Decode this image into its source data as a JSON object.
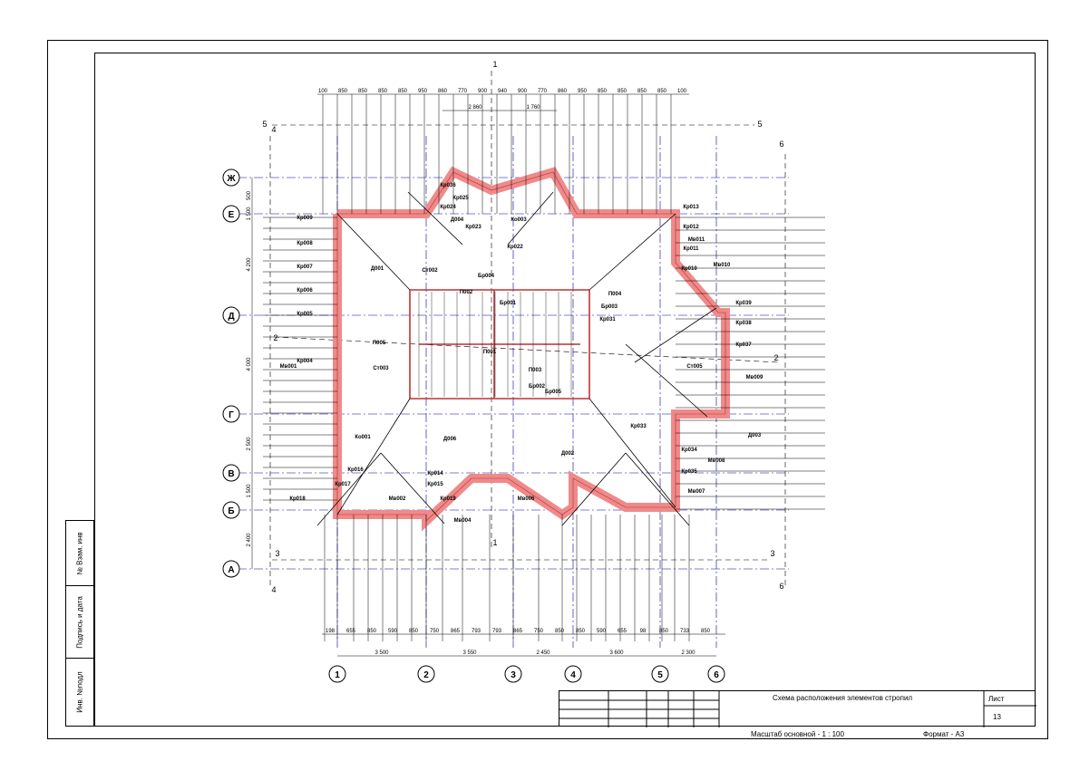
{
  "drawing": {
    "axes_x": [
      "1",
      "2",
      "3",
      "4",
      "5",
      "6"
    ],
    "axes_y": [
      "Ж",
      "Е",
      "Д",
      "Г",
      "В",
      "Б",
      "А"
    ],
    "section_marks": [
      "1",
      "2",
      "3",
      "4",
      "5",
      "6"
    ],
    "top_dims": [
      "100",
      "850",
      "850",
      "850",
      "850",
      "950",
      "860",
      "770",
      "900",
      "940",
      "900",
      "770",
      "860",
      "950",
      "850",
      "850",
      "850",
      "850",
      "100"
    ],
    "top_dims_overall": [
      "2 860",
      "1 760"
    ],
    "bottom_dims": [
      "198",
      "655",
      "850",
      "590",
      "850",
      "750",
      "865",
      "793",
      "793",
      "865",
      "750",
      "850",
      "850",
      "590",
      "655",
      "98",
      "850",
      "733",
      "850"
    ],
    "bottom_dims_overall": [
      "3 500",
      "3 550",
      "2 450",
      "3 600",
      "2 300"
    ],
    "left_dims": [
      "500",
      "1 500",
      "4 200",
      "4 000",
      "2 500",
      "1 500",
      "2 400"
    ],
    "element_labels": [
      "Кр036",
      "Кр025",
      "Кр024",
      "Кр023",
      "Кр022",
      "Кр013",
      "Кр012",
      "Кр011",
      "Кр010",
      "Кр009",
      "Кр008",
      "Кр007",
      "Кр006",
      "Кр005",
      "Кр004",
      "Кр039",
      "Кр038",
      "Кр037",
      "Кр031",
      "Кр033",
      "Кр034",
      "Кр035",
      "Кр019",
      "Кр018",
      "Кр017",
      "Кр016",
      "Кр015",
      "Кр014",
      "Мв001",
      "Мв002",
      "Мв004",
      "Мв006",
      "Мв007",
      "Мв008",
      "Мв009",
      "Мв010",
      "Мв011",
      "Д001",
      "Д002",
      "Д003",
      "Д004",
      "Д006",
      "П001",
      "П002",
      "П003",
      "П004",
      "П005",
      "Бр001",
      "Бр002",
      "Бр003",
      "Бр004",
      "Бр005",
      "Ст002",
      "Ст003",
      "Ст005",
      "Ко001",
      "Ко003"
    ]
  },
  "stamp": {
    "side_labels": [
      "Инв. №подл",
      "Подпись и дата",
      "№ Взам. инв"
    ],
    "title": "Схема расположения элементов стропил",
    "sheet_label": "Лист",
    "sheet_number": "13",
    "scale": "Масштаб основной - 1 : 100",
    "format": "Формат - А3"
  },
  "colors": {
    "beam": "#f08a8a",
    "axis": "#0000aa",
    "line": "#000000"
  }
}
